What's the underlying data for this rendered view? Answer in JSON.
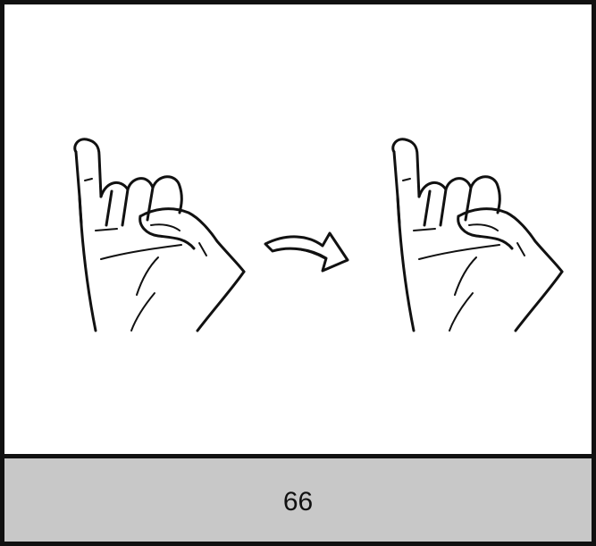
{
  "illustration": {
    "left_hand": "hand-pinky-up-illustration",
    "arrow": "curved-arrow-right-icon",
    "right_hand": "hand-pinky-up-illustration"
  },
  "footer": {
    "page_number": "66"
  }
}
